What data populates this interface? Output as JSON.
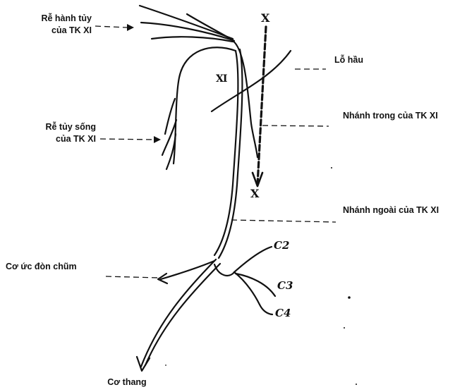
{
  "labels": {
    "medullary_root": [
      "Rễ hành tủy",
      "của TK XI"
    ],
    "spinal_root": [
      "Rễ tủy sống",
      "của TK XI"
    ],
    "foramen": "Lỗ hầu",
    "internal_branch": "Nhánh trong của TK XI",
    "external_branch": "Nhánh ngoài của TK XI",
    "scm_muscle": "Cơ ức đòn chũm",
    "trapezius": "Cơ thang",
    "c2": "C2",
    "c3": "C3",
    "c4": "C4",
    "xi_marker": "XI",
    "x_marker_top": "X",
    "x_marker_bottom": "X"
  }
}
